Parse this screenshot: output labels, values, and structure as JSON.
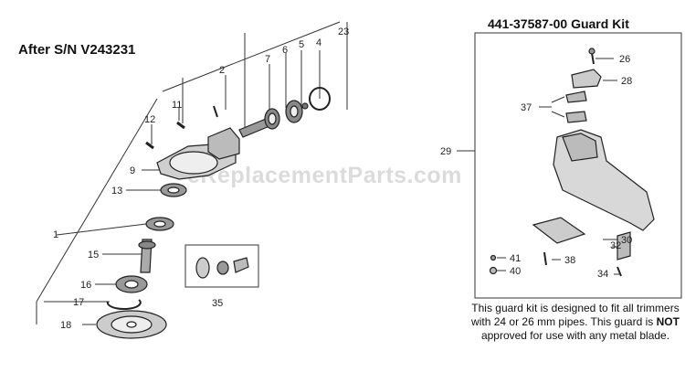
{
  "left_title": "After S/N V243231",
  "right_title": "441-37587-00 Guard Kit",
  "watermark": "eReplacementParts.com",
  "note": {
    "part1": "This guard kit is designed to fit all trimmers with 24 or 26 mm pipes. This guard is ",
    "emphasis": "NOT",
    "part2": " approved for use with any metal blade."
  },
  "callouts": {
    "p1": "1",
    "p2": "2",
    "p4": "4",
    "p5": "5",
    "p6": "6",
    "p7": "7",
    "p9": "9",
    "p11": "11",
    "p12": "12",
    "p13": "13",
    "p15": "15",
    "p16": "16",
    "p17": "17",
    "p18": "18",
    "p23": "23",
    "p35": "35",
    "p26": "26",
    "p28": "28",
    "p29": "29",
    "p30": "30",
    "p32": "32",
    "p34": "34",
    "p37": "37",
    "p38": "38",
    "p40": "40",
    "p41": "41"
  }
}
